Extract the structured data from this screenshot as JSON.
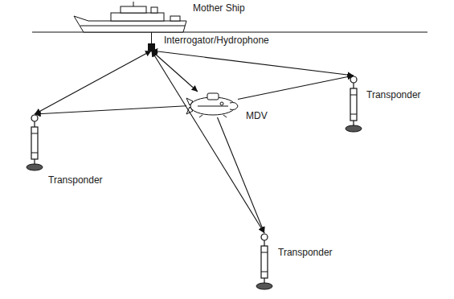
{
  "diagram": {
    "nodes": [
      {
        "text": [
          "Mother Ship"
        ]
      },
      {
        "text": [
          "Interrogator/Hydrophone"
        ]
      },
      {
        "text": [
          "Transponder"
        ]
      },
      {
        "text": [
          "MDV"
        ]
      },
      {
        "text": [
          "Transponder"
        ]
      },
      {
        "text": [
          "Transponder"
        ]
      }
    ],
    "edges": [
      {
        "from": 1,
        "to": 4,
        "arrow": "both"
      },
      {
        "from": 1,
        "to": 2,
        "arrow": "both"
      },
      {
        "from": 1,
        "to": 3,
        "arrow": "both"
      },
      {
        "from": 1,
        "to": 5,
        "arrow": "both"
      },
      {
        "from": 3,
        "to": 4,
        "arrow": "to"
      },
      {
        "from": 3,
        "to": 2,
        "arrow": "to"
      },
      {
        "from": 3,
        "to": 5,
        "arrow": "to"
      }
    ]
  }
}
